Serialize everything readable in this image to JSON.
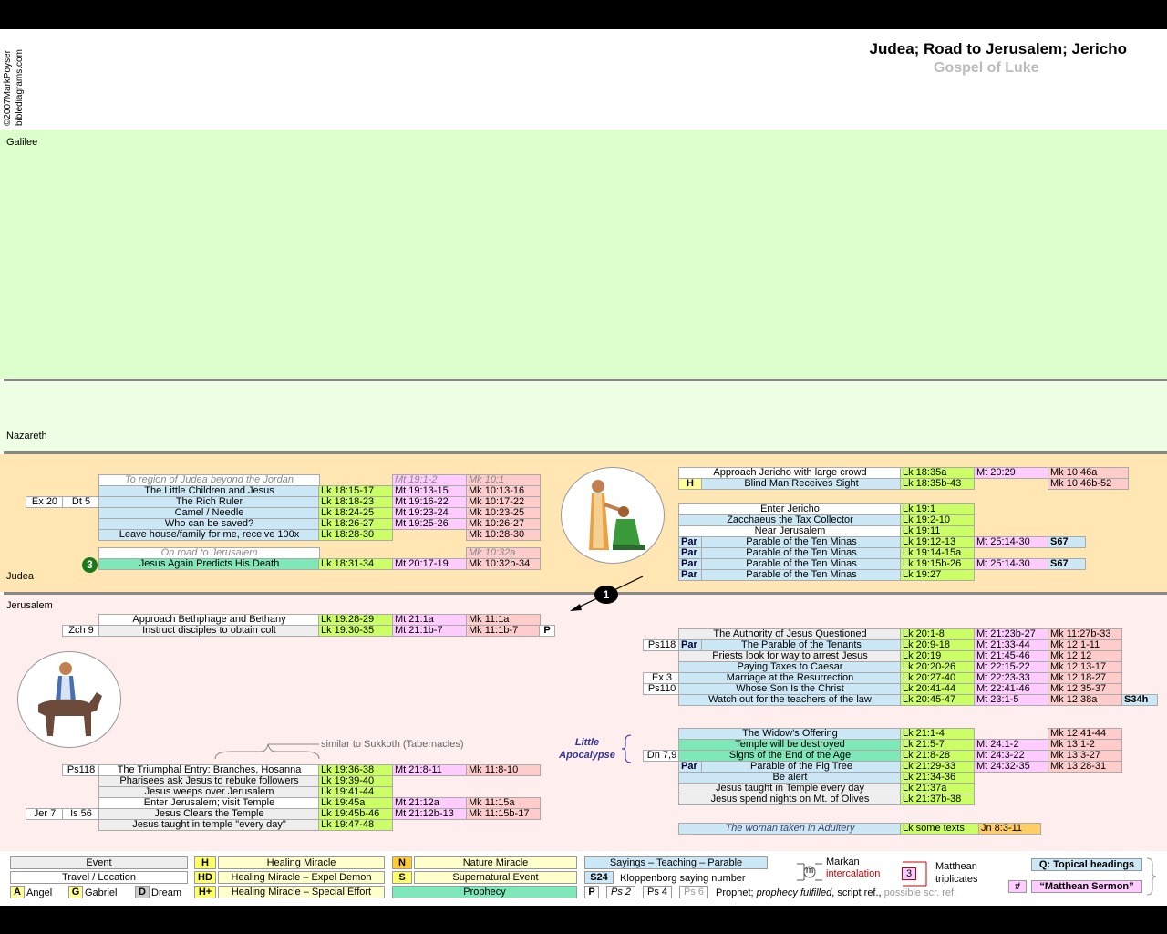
{
  "header": {
    "title": "Judea; Road to Jerusalem; Jericho",
    "subtitle": "Gospel of Luke",
    "copyright": "©2007MarkPoyser",
    "site": "biblediagrams.com"
  },
  "regions": {
    "galilee": "Galilee",
    "nazareth": "Nazareth",
    "judea": "Judea",
    "jerusalem": "Jerusalem"
  },
  "colors": {
    "galilee_bg": "#ddffcc",
    "nazareth_bg": "#eeffe6",
    "judea_bg": "#ffe6b3",
    "jerusalem_bg": "#ffeeee",
    "divider": "#888888"
  },
  "judea_left": {
    "r0": {
      "event": "To region of Judea beyond the Jordan",
      "mt": "Mt 19:1-2",
      "mk": "Mk 10:1"
    },
    "r1": {
      "event": "The Little Children and Jesus",
      "lk": "Lk 18:15-17",
      "mt": "Mt 19:13-15",
      "mk": "Mk 10:13-16"
    },
    "r2": {
      "ot1": "Ex 20",
      "ot2": "Dt 5",
      "event": "The Rich Ruler",
      "lk": "Lk 18:18-23",
      "mt": "Mt 19:16-22",
      "mk": "Mk 10:17-22"
    },
    "r3": {
      "event": "Camel / Needle",
      "lk": "Lk 18:24-25",
      "mt": "Mt 19:23-24",
      "mk": "Mk 10:23-25"
    },
    "r4": {
      "event": "Who can be saved?",
      "lk": "Lk 18:26-27",
      "mt": "Mt 19:25-26",
      "mk": "Mk 10:26-27"
    },
    "r5": {
      "event": "Leave house/family for me, receive 100x",
      "lk": "Lk 18:28-30",
      "mk": "Mk 10:28-30"
    },
    "r6": {
      "event": "On road to Jerusalem",
      "mk": "Mk 10:32a"
    },
    "r7": {
      "badge": "3",
      "event": "Jesus Again Predicts His Death",
      "lk": "Lk 18:31-34",
      "mt": "Mt 20:17-19",
      "mk": "Mk 10:32b-34"
    }
  },
  "judea_right": {
    "r0": {
      "event": "Approach Jericho with large crowd",
      "lk": "Lk 18:35a",
      "mt": "Mt 20:29",
      "mk": "Mk 10:46a"
    },
    "r1": {
      "tag": "H",
      "event": "Blind Man Receives Sight",
      "lk": "Lk 18:35b-43",
      "mk": "Mk 10:46b-52"
    },
    "r2": {
      "event": "Enter Jericho",
      "lk": "Lk 19:1"
    },
    "r3": {
      "event": "Zacchaeus the Tax Collector",
      "lk": "Lk 19:2-10"
    },
    "r4": {
      "event": "Near Jerusalem",
      "lk": "Lk 19:11"
    },
    "r5": {
      "tag": "Par",
      "event": "Parable of the Ten Minas",
      "lk": "Lk 19:12-13",
      "mt": "Mt 25:14-30",
      "sk": "S67"
    },
    "r6": {
      "tag": "Par",
      "event": "Parable of the Ten Minas",
      "lk": "Lk 19:14-15a"
    },
    "r7": {
      "tag": "Par",
      "event": "Parable of the Ten Minas",
      "lk": "Lk 19:15b-26",
      "mt": "Mt 25:14-30",
      "sk": "S67"
    },
    "r8": {
      "tag": "Par",
      "event": "Parable of the Ten Minas",
      "lk": "Lk 19:27"
    }
  },
  "arrow_badge": "1",
  "jerusalem_left_top": {
    "r0": {
      "event": "Approach Bethphage and Bethany",
      "lk": "Lk 19:28-29",
      "mt": "Mt 21:1a",
      "mk": "Mk 11:1a"
    },
    "r1": {
      "ot1": "Zch 9",
      "event": "Instruct disciples to obtain colt",
      "lk": "Lk 19:30-35",
      "mt": "Mt 21:1b-7",
      "mk": "Mk 11:1b-7",
      "p": "P"
    }
  },
  "sukkoth_note": "similar to Sukkoth (Tabernacles)",
  "jerusalem_left_bottom": {
    "r0": {
      "ot1": "Ps118",
      "event": "The Triumphal Entry: Branches, Hosanna",
      "lk": "Lk 19:36-38",
      "mt": "Mt 21:8-11",
      "mk": "Mk 11:8-10"
    },
    "r1": {
      "event": "Pharisees ask Jesus to rebuke followers",
      "lk": "Lk 19:39-40"
    },
    "r2": {
      "event": "Jesus weeps over Jerusalem",
      "lk": "Lk 19:41-44"
    },
    "r3": {
      "event": "Enter Jerusalem; visit Temple",
      "lk": "Lk 19:45a",
      "mt": "Mt 21:12a",
      "mk": "Mk 11:15a"
    },
    "r4": {
      "ot1": "Jer 7",
      "ot2": "Is 56",
      "event": "Jesus Clears the Temple",
      "lk": "Lk 19:45b-46",
      "mt": "Mt 21:12b-13",
      "mk": "Mk 11:15b-17"
    },
    "r5": {
      "event": "Jesus taught in temple \"every day\"",
      "lk": "Lk 19:47-48"
    }
  },
  "jerusalem_right_top": {
    "r0": {
      "event": "The Authority of Jesus Questioned",
      "lk": "Lk 20:1-8",
      "mt": "Mt 21:23b-27",
      "mk": "Mk 11:27b-33"
    },
    "r1": {
      "ot": "Ps118",
      "tag": "Par",
      "event": "The Parable of the Tenants",
      "lk": "Lk 20:9-18",
      "mt": "Mt 21:33-44",
      "mk": "Mk 12:1-11"
    },
    "r2": {
      "event": "Priests look for way to arrest Jesus",
      "lk": "Lk 20:19",
      "mt": "Mt 21:45-46",
      "mk": "Mk 12:12"
    },
    "r3": {
      "event": "Paying Taxes to Caesar",
      "lk": "Lk 20:20-26",
      "mt": "Mt 22:15-22",
      "mk": "Mk 12:13-17"
    },
    "r4": {
      "ot": "Ex 3",
      "event": "Marriage at the Resurrection",
      "lk": "Lk 20:27-40",
      "mt": "Mt 22:23-33",
      "mk": "Mk 12:18-27"
    },
    "r5": {
      "ot": "Ps110",
      "event": "Whose Son Is the Christ",
      "lk": "Lk 20:41-44",
      "mt": "Mt 22:41-46",
      "mk": "Mk 12:35-37"
    },
    "r6": {
      "event": "Watch out for the teachers of the law",
      "lk": "Lk 20:45-47",
      "mt": "Mt 23:1-5",
      "mk": "Mk 12:38a",
      "sk": "S34h"
    }
  },
  "little_apocalypse": "Little Apocalypse",
  "jerusalem_right_bottom": {
    "r0": {
      "event": "The Widow's Offering",
      "lk": "Lk 21:1-4",
      "mk": "Mk 12:41-44"
    },
    "r1": {
      "event": "Temple will be destroyed",
      "lk": "Lk 21:5-7",
      "mt": "Mt 24:1-2",
      "mk": "Mk 13:1-2"
    },
    "r2": {
      "ot": "Dn 7,9",
      "event": "Signs of the End of the Age",
      "lk": "Lk 21:8-28",
      "mt": "Mt 24:3-22",
      "mk": "Mk 13:3-27"
    },
    "r3": {
      "tag": "Par",
      "event": "Parable of the Fig Tree",
      "lk": "Lk 21:29-33",
      "mt": "Mt 24:32-35",
      "mk": "Mk 13:28-31"
    },
    "r4": {
      "event": "Be alert",
      "lk": "Lk 21:34-36"
    },
    "r5": {
      "event": "Jesus taught in Temple every day",
      "lk": "Lk 21:37a"
    },
    "r6": {
      "event": "Jesus spend nights on Mt. of Olives",
      "lk": "Lk 21:37b-38"
    }
  },
  "adultery": {
    "event": "The woman taken in Adultery",
    "lk": "Lk some texts",
    "jn": "Jn 8:3-11"
  },
  "legend": {
    "event": "Event",
    "travel": "Travel / Location",
    "angel_k": "A",
    "angel": "Angel",
    "gabriel_k": "G",
    "gabriel": "Gabriel",
    "dream_k": "D",
    "dream": "Dream",
    "h_k": "H",
    "h": "Healing Miracle",
    "hd_k": "HD",
    "hd": "Healing Miracle – Expel Demon",
    "hp_k": "H+",
    "hp": "Healing Miracle – Special Effort",
    "n_k": "N",
    "n": "Nature Miracle",
    "s_k": "S",
    "s": "Supernatural Event",
    "prophecy": "Prophecy",
    "sayings": "Sayings – Teaching – Parable",
    "s24_k": "S24",
    "s24": "Kloppenborg saying number",
    "p_k": "P",
    "ps2": "Ps 2",
    "ps4": "Ps 4",
    "ps6": "Ps 6",
    "p_text1": "Prophet; ",
    "p_text2": "prophecy fulfilled",
    "p_text3": ", script ref., ",
    "p_text4": "possible scr. ref.",
    "m_k": "m",
    "markan": "Markan",
    "intercalation": "intercalation",
    "trip_k": "3",
    "matthean": "Matthean",
    "triplicates": "triplicates",
    "q": "Q: Topical headings",
    "hash_k": "#",
    "sermon": "“Matthean Sermon”"
  }
}
